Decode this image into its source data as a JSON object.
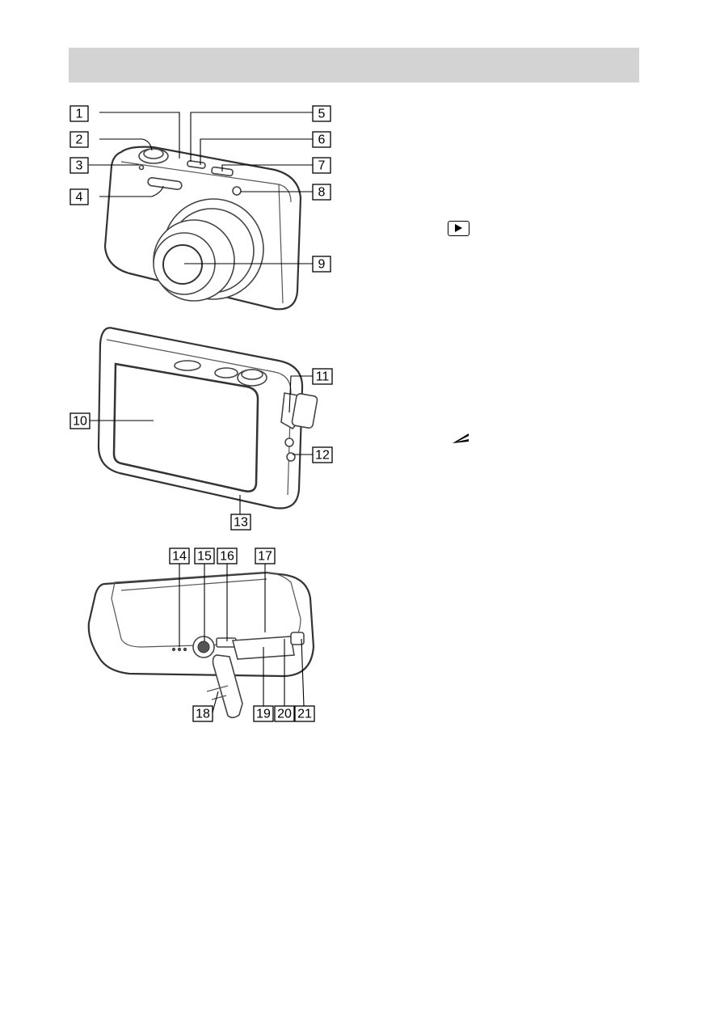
{
  "header": {
    "title": ""
  },
  "figures": {
    "front": {
      "callouts": [
        "1",
        "2",
        "3",
        "4",
        "5",
        "6",
        "7",
        "8",
        "9"
      ]
    },
    "back": {
      "callouts": [
        "10",
        "11",
        "12",
        "13"
      ]
    },
    "bottom": {
      "callouts": [
        "14",
        "15",
        "16",
        "17",
        "18",
        "19",
        "20",
        "21"
      ]
    }
  },
  "icons": {
    "play": "playback-icon",
    "zoom": "strap-hook-icon"
  }
}
